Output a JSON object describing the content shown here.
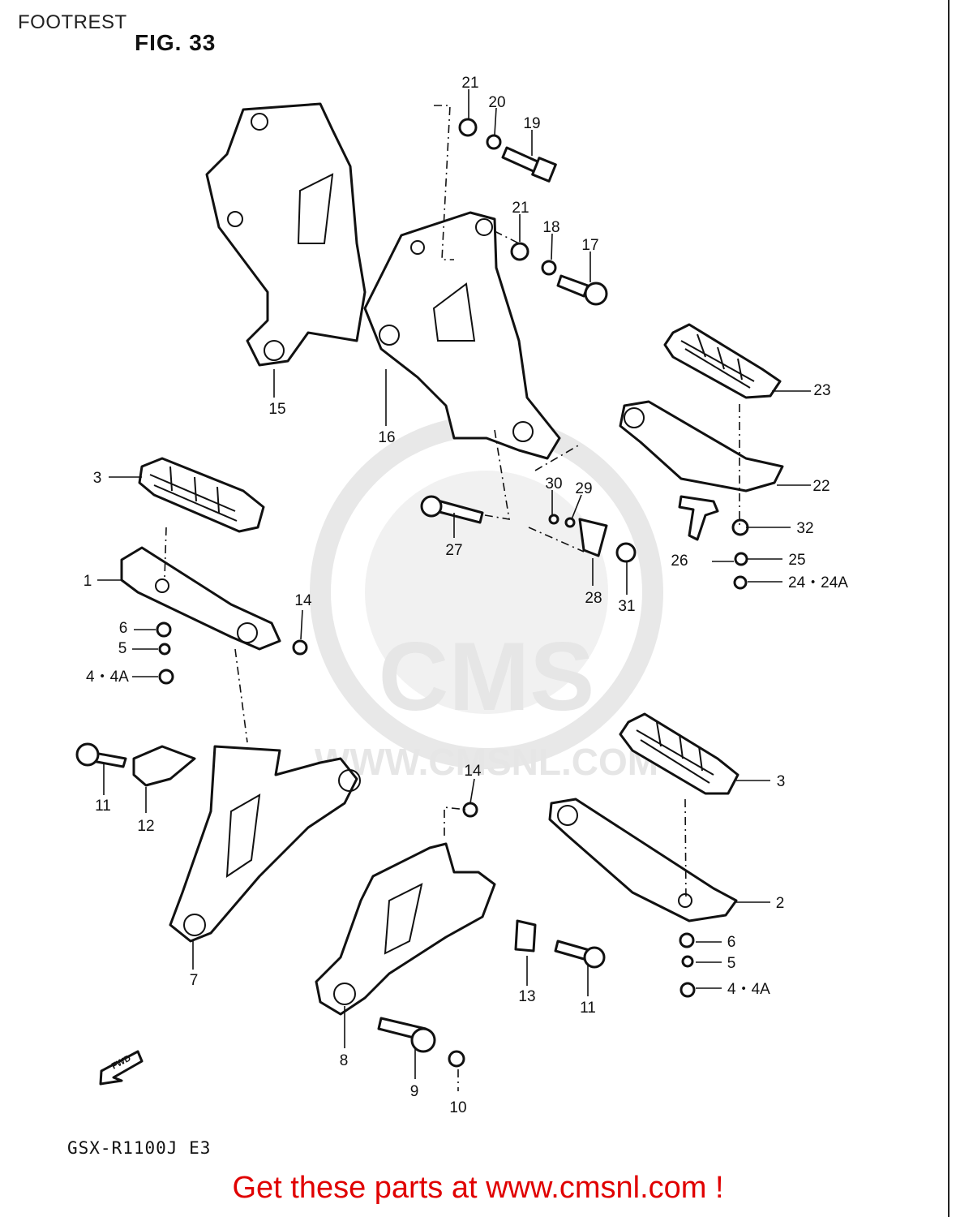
{
  "header": {
    "section_title": "FOOTREST",
    "figure_label": "FIG. 33"
  },
  "watermark": {
    "logo_text": "CMS",
    "url_text": "WWW.CMSNL.COM"
  },
  "fwd_label": "FWD",
  "model_code": "GSX-R1100J E3",
  "cta": "Get these parts at www.cmsnl.com !",
  "callouts": {
    "c21a": "21",
    "c20": "20",
    "c19": "19",
    "c21b": "21",
    "c18": "18",
    "c17": "17",
    "c15": "15",
    "c16": "16",
    "c23": "23",
    "c22": "22",
    "c32": "32",
    "c26": "26",
    "c25": "25",
    "c24": "24・24A",
    "c3a": "3",
    "c30": "30",
    "c29": "29",
    "c27": "27",
    "c28": "28",
    "c31": "31",
    "c1": "1",
    "c14a": "14",
    "c6a": "6",
    "c5a": "5",
    "c4a": "4・4A",
    "c3b": "3",
    "c11a": "11",
    "c12": "12",
    "c14b": "14",
    "c7": "7",
    "c2": "2",
    "c6b": "6",
    "c5b": "5",
    "c4b": "4・4A",
    "c13": "13",
    "c11b": "11",
    "c8": "8",
    "c9": "9",
    "c10": "10"
  }
}
